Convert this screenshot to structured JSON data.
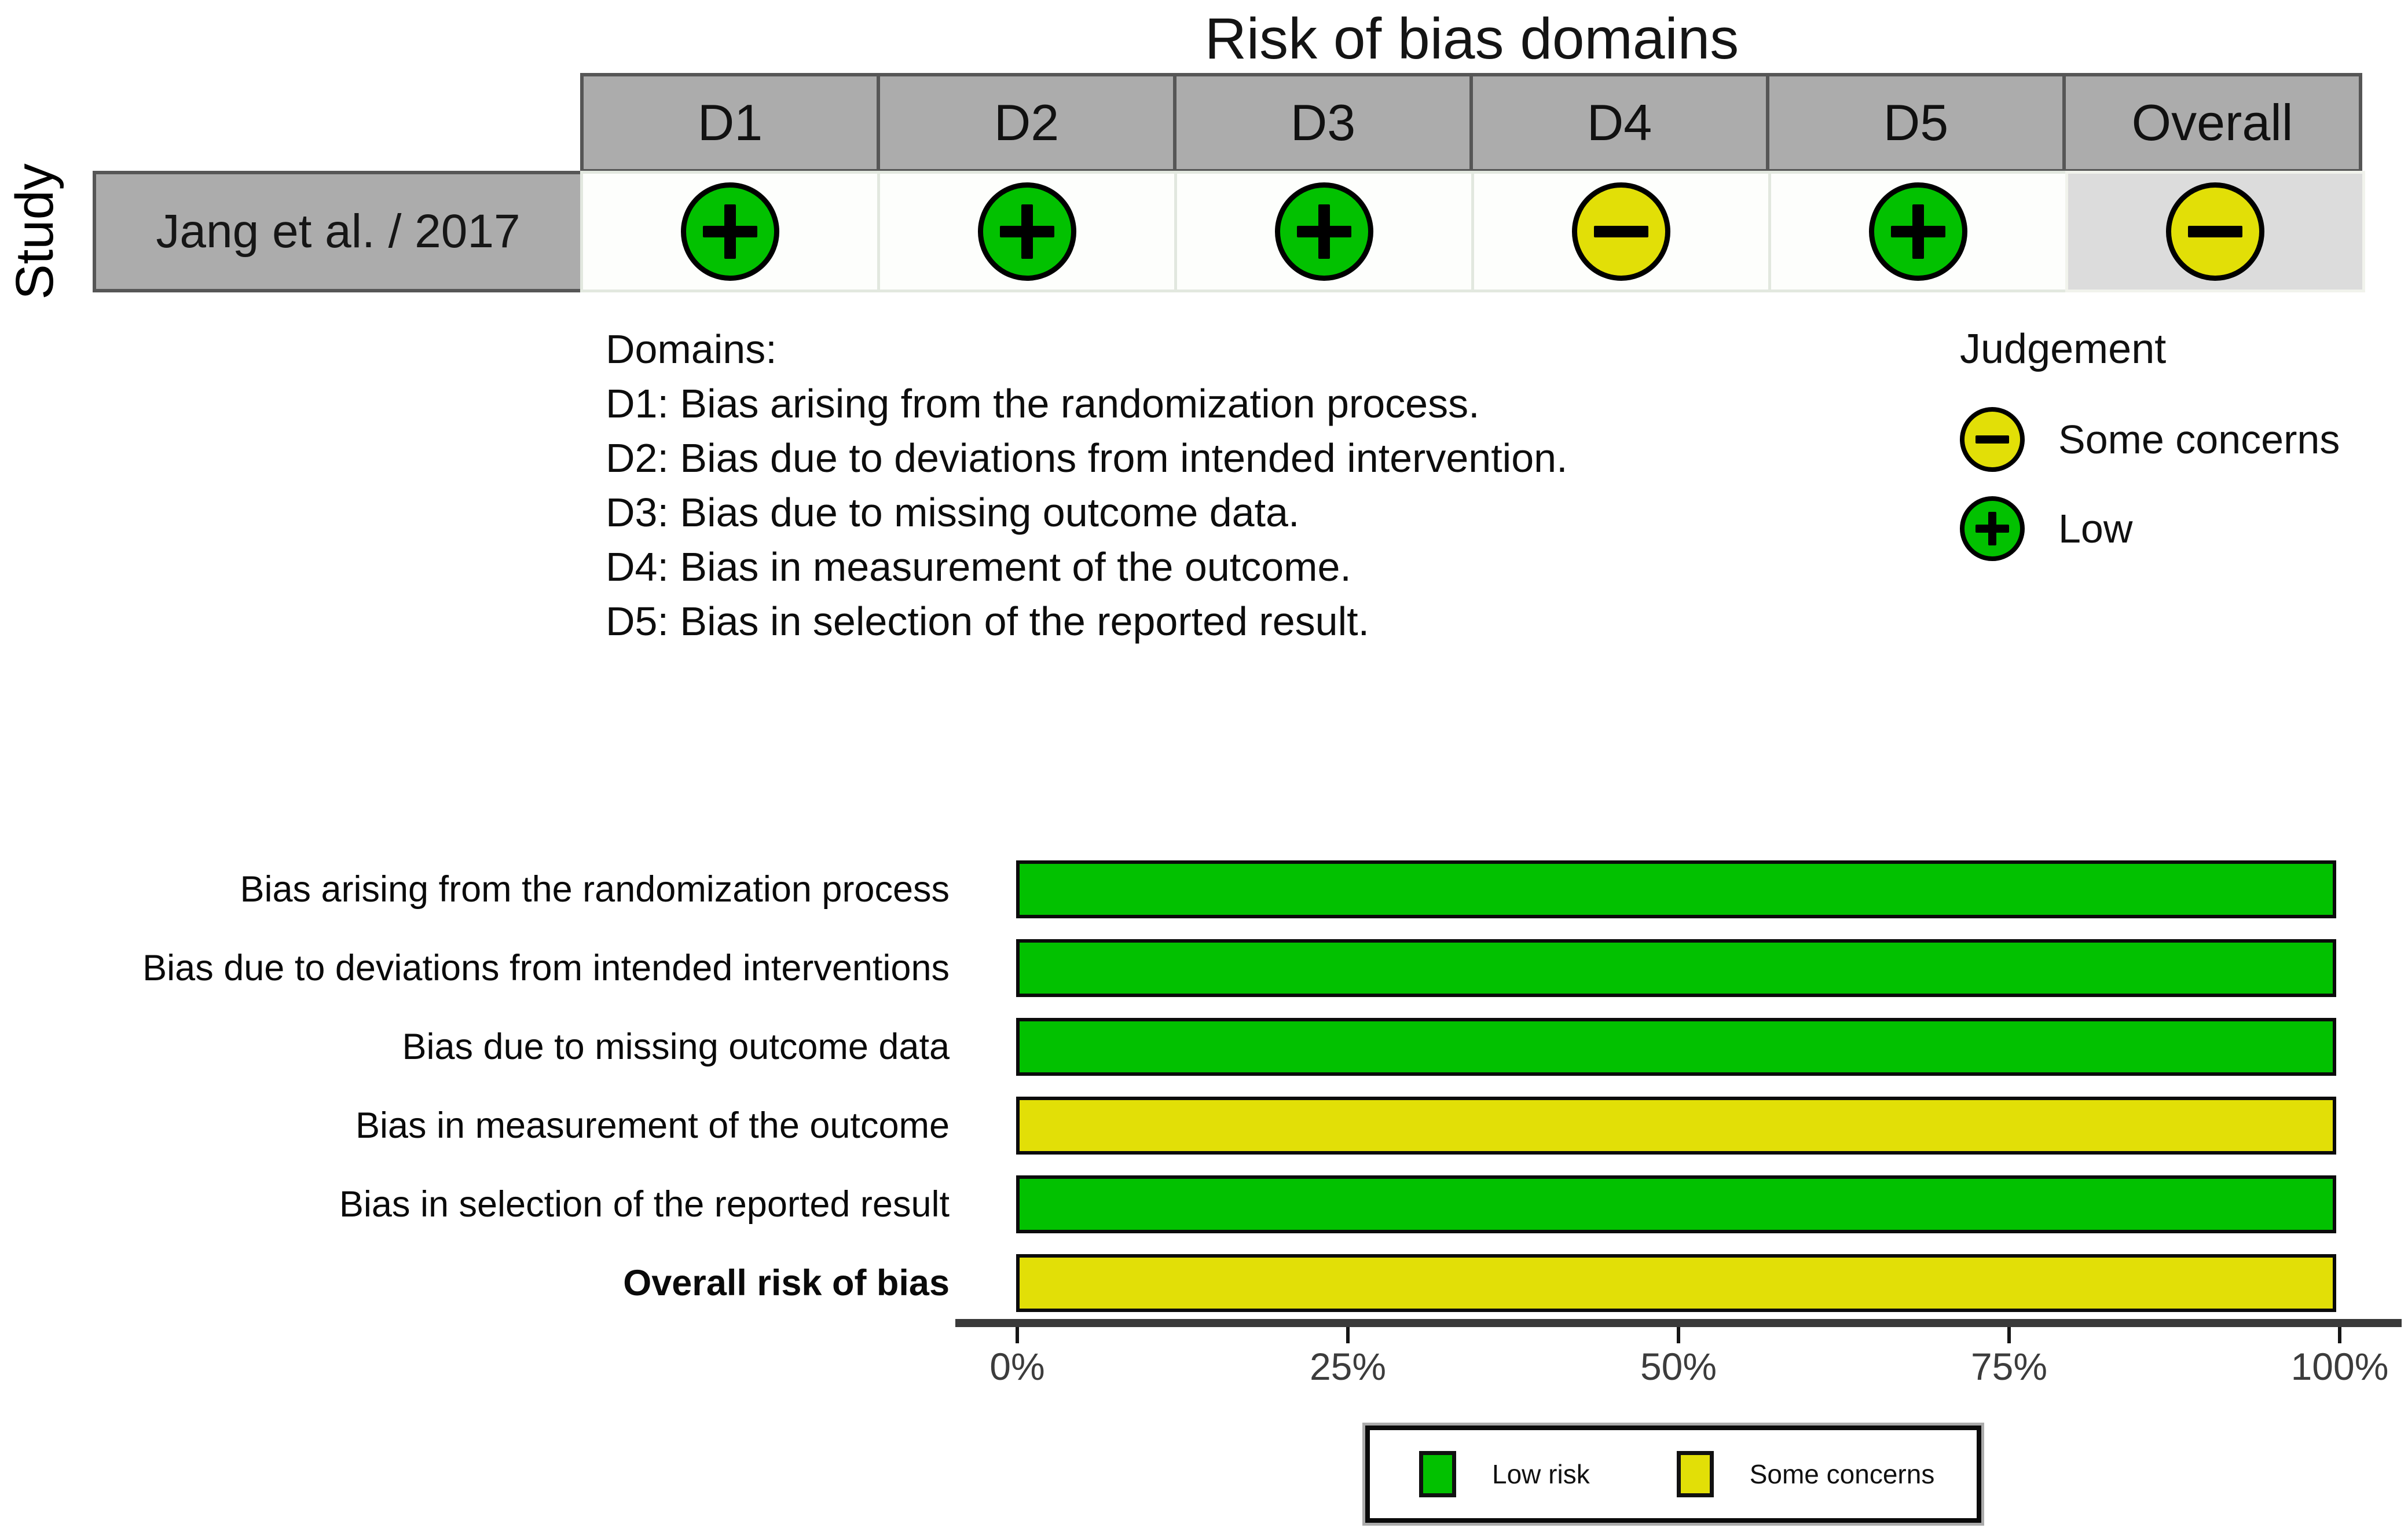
{
  "colors": {
    "low": "#02C100",
    "some_concerns": "#E2DF07"
  },
  "title": "Risk of bias domains",
  "traffic_light": {
    "row_axis_label": "Study",
    "columns": [
      "D1",
      "D2",
      "D3",
      "D4",
      "D5",
      "Overall"
    ],
    "study_name": "Jang et al. / 2017",
    "judgements": [
      {
        "domain": "D1",
        "level": "low",
        "icon": "plus"
      },
      {
        "domain": "D2",
        "level": "low",
        "icon": "plus"
      },
      {
        "domain": "D3",
        "level": "low",
        "icon": "plus"
      },
      {
        "domain": "D4",
        "level": "some_concerns",
        "icon": "minus"
      },
      {
        "domain": "D5",
        "level": "low",
        "icon": "plus"
      },
      {
        "domain": "Overall",
        "level": "some_concerns",
        "icon": "minus"
      }
    ]
  },
  "domains_note": {
    "heading": "Domains:",
    "items": [
      "D1: Bias arising from the randomization process.",
      "D2: Bias due to deviations from intended intervention.",
      "D3: Bias due to missing outcome data.",
      "D4: Bias in measurement of the outcome.",
      "D5: Bias in selection of the reported result."
    ]
  },
  "judgement_legend": {
    "title": "Judgement",
    "items": [
      {
        "label": "Some concerns",
        "level": "some_concerns",
        "icon": "minus"
      },
      {
        "label": "Low",
        "level": "low",
        "icon": "plus"
      }
    ]
  },
  "chart_data": {
    "type": "bar",
    "orientation": "horizontal",
    "stacked_percent": true,
    "xlim": [
      0,
      100
    ],
    "x_ticks": [
      "0%",
      "25%",
      "50%",
      "75%",
      "100%"
    ],
    "grid": false,
    "legend_position": "bottom",
    "categories": [
      "Bias arising from the randomization process",
      "Bias due to deviations from intended interventions",
      "Bias due to missing outcome data",
      "Bias in measurement of the outcome",
      "Bias in selection of the reported result",
      "Overall risk of bias"
    ],
    "series": [
      {
        "name": "Low risk",
        "color": "#02C100",
        "values": [
          100,
          100,
          100,
          0,
          100,
          0
        ]
      },
      {
        "name": "Some concerns",
        "color": "#E2DF07",
        "values": [
          0,
          0,
          0,
          100,
          0,
          100
        ]
      }
    ],
    "bars": [
      {
        "label": "Bias arising from the randomization process",
        "level": "low",
        "value": 100
      },
      {
        "label": "Bias due to deviations from intended interventions",
        "level": "low",
        "value": 100
      },
      {
        "label": "Bias due to missing outcome data",
        "level": "low",
        "value": 100
      },
      {
        "label": "Bias in measurement of the outcome",
        "level": "some_concerns",
        "value": 100
      },
      {
        "label": "Bias in selection of the reported result",
        "level": "low",
        "value": 100
      },
      {
        "label": "Overall risk of bias",
        "level": "some_concerns",
        "value": 100,
        "bold": true
      }
    ],
    "legend": [
      {
        "label": "Low risk",
        "level": "low"
      },
      {
        "label": "Some concerns",
        "level": "some_concerns"
      }
    ]
  }
}
